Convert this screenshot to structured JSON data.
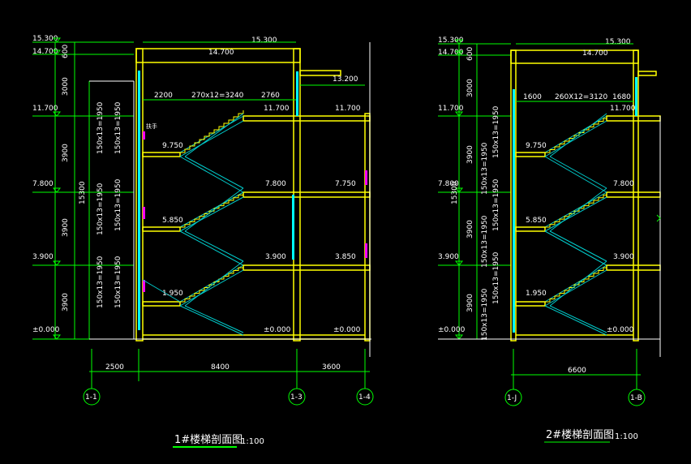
{
  "colors": {
    "background": "#000000",
    "wall": "#ffff00",
    "dimension": "#00ff00",
    "stair": "#00cccc",
    "text": "#ffffff",
    "window": "#00ffff",
    "accent": "#ff00ff"
  },
  "drawing1": {
    "title": "1#楼梯剖面图",
    "scale": "1:100",
    "left_levels": [
      "15.300",
      "14.700",
      "11.700",
      "7.800",
      "3.900",
      "±0.000"
    ],
    "left_dims": [
      "600",
      "3000",
      "3900",
      "3900",
      "3900"
    ],
    "total_height": "15300",
    "stair_dims": [
      "150x13=1950",
      "150x13=1950",
      "150x13=1950",
      "150x13=1950",
      "150x13=1950",
      "150x13=1950"
    ],
    "top_levels": [
      "15.300",
      "14.700",
      "13.200"
    ],
    "top_dims": [
      "2200",
      "270x12=3240",
      "2760"
    ],
    "landing_levels": [
      "9.750",
      "5.850",
      "1.950"
    ],
    "floor_levels": [
      "11.700",
      "7.800",
      "3.900",
      "±0.000"
    ],
    "right_levels": [
      "11.700",
      "7.750",
      "3.850",
      "±0.000"
    ],
    "bottom_dims": [
      "2500",
      "8400",
      "3600"
    ],
    "axes": [
      "1-1",
      "1-3",
      "1-4"
    ],
    "note": "扶手"
  },
  "drawing2": {
    "title": "2#楼梯剖面图",
    "scale": "1:100",
    "left_levels": [
      "15.300",
      "14.700",
      "11.700",
      "7.800",
      "3.900",
      "±0.000"
    ],
    "left_dims": [
      "600",
      "3000",
      "3900",
      "3900",
      "3900"
    ],
    "total_height": "15300",
    "stair_dims": [
      "150x13=1950",
      "150x13=1950",
      "150x13=1950",
      "150x13=1950",
      "150x13=1950",
      "150x13=1950"
    ],
    "top_levels": [
      "15.300",
      "14.700"
    ],
    "top_dims": [
      "1600",
      "260X12=3120",
      "1680"
    ],
    "landing_levels": [
      "9.750",
      "5.850",
      "1.950"
    ],
    "floor_levels": [
      "11.700",
      "7.800",
      "3.900",
      "±0.000"
    ],
    "bottom_dims": [
      "6600"
    ],
    "axes": [
      "1-J",
      "1-B"
    ]
  }
}
